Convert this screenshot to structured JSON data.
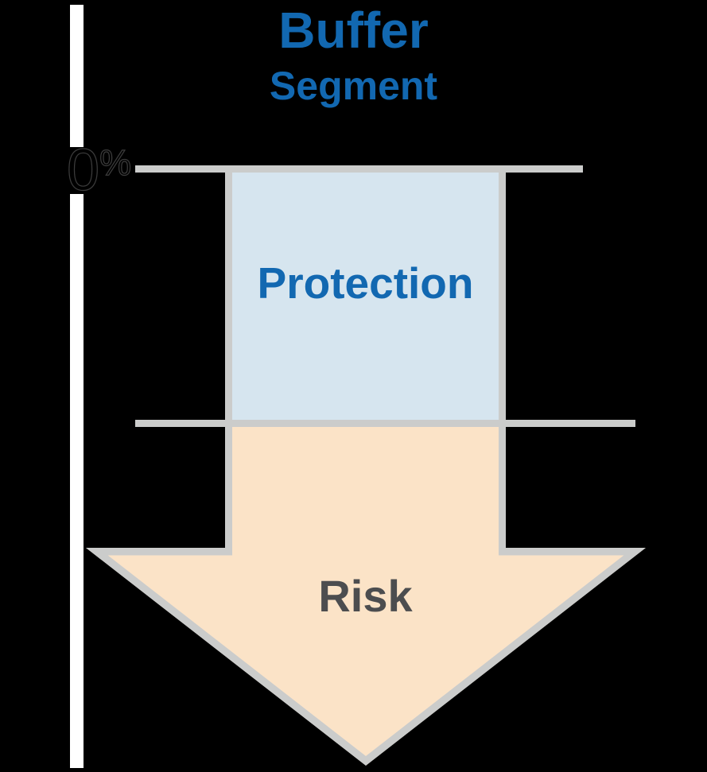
{
  "title": {
    "line1": "Buffer",
    "line2": "Segment",
    "color": "#1268b1"
  },
  "axis": {
    "zero": "0",
    "percent": "%",
    "tick_label": "0%",
    "line_color": "#ffffff"
  },
  "segments": {
    "protection": {
      "label": "Protection",
      "fill_color": "#d6e5ef",
      "text_color": "#1268b1"
    },
    "risk": {
      "label": "Risk",
      "fill_color": "#fbe3c7",
      "text_color": "#4c4d4f",
      "shape": "down-arrow"
    }
  },
  "colors": {
    "background": "#000000",
    "border_gray": "#cbcccb",
    "accent_blue": "#1268b1"
  }
}
